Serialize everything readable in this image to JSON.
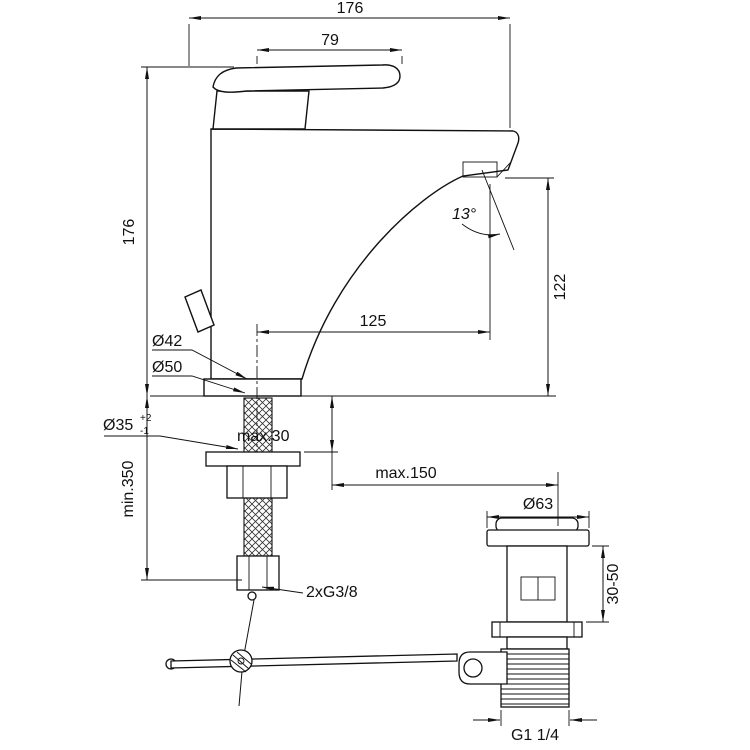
{
  "drawing": {
    "name": "Basin mixer with pop-up waste — dimensional technical drawing",
    "labels": {
      "total_width": "176",
      "lever_reach": "79",
      "height": "176",
      "spout_height": "122",
      "spout_angle": "13°",
      "spout_reach": "125",
      "dia_body": "Ø42",
      "dia_base": "Ø50",
      "dia_hole": "Ø35",
      "dia_hole_tol_plus": "+2",
      "dia_hole_tol_minus": "-1",
      "deck_thickness": "max.30",
      "hose_length": "min.350",
      "waste_distance": "max.150",
      "dia_waste_flange": "Ø63",
      "waste_deck_range": "30-50",
      "hose_connection": "2xG3/8",
      "waste_connection": "G1 1/4"
    }
  }
}
